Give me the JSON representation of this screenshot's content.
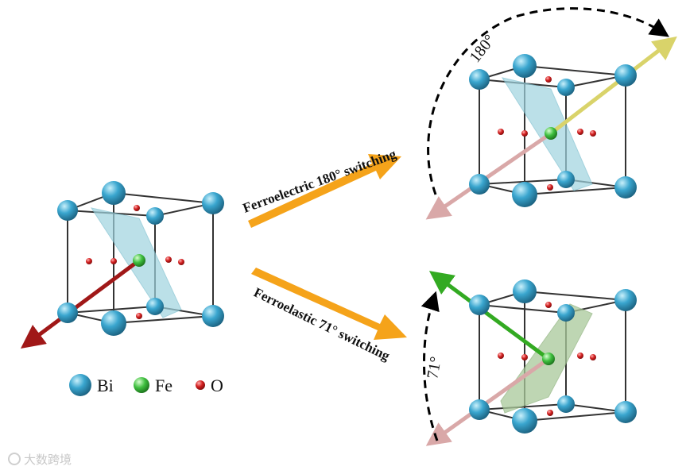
{
  "labels": {
    "ferroelectric": "Ferroelectric 180° switching",
    "ferroelastic": "Ferroelastic 71° switching",
    "angle_180": "180°",
    "angle_71": "71°"
  },
  "legend": [
    {
      "symbol": "Bi",
      "color": "#3aa6cf"
    },
    {
      "symbol": "Fe",
      "color": "#3fbf3f"
    },
    {
      "symbol": "O",
      "color": "#d21f1f"
    }
  ],
  "colors": {
    "bi": "#3aa6cf",
    "fe": "#3fbf3f",
    "o": "#d21f1f",
    "polarization_initial": "#a01818",
    "polarization_180": "#d9d36a",
    "polarization_71": "#33aa22",
    "polarization_original_faded": "#d9a8a8",
    "plane_blue": "#9fd3df",
    "plane_green": "#a9c99a",
    "arrow_orange": "#f5a31a"
  },
  "watermark": "大数跨境"
}
